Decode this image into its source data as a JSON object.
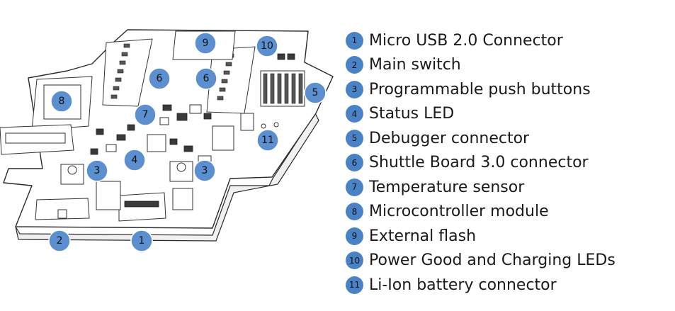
{
  "callouts": [
    {
      "num": "8"
    },
    {
      "num": "9"
    },
    {
      "num": "10"
    },
    {
      "num": "6"
    },
    {
      "num": "6"
    },
    {
      "num": "5"
    },
    {
      "num": "7"
    },
    {
      "num": "11"
    },
    {
      "num": "4"
    },
    {
      "num": "3"
    },
    {
      "num": "3"
    },
    {
      "num": "2"
    },
    {
      "num": "1"
    }
  ],
  "legend": [
    {
      "num": "1",
      "label": "Micro USB 2.0 Connector"
    },
    {
      "num": "2",
      "label": "Main switch"
    },
    {
      "num": "3",
      "label": "Programmable push buttons"
    },
    {
      "num": "4",
      "label": "Status LED"
    },
    {
      "num": "5",
      "label": "Debugger connector"
    },
    {
      "num": "6",
      "label": "Shuttle Board 3.0 connector"
    },
    {
      "num": "7",
      "label": "Temperature sensor"
    },
    {
      "num": "8",
      "label": "Microcontroller module"
    },
    {
      "num": "9",
      "label": "External flash"
    },
    {
      "num": "10",
      "label": "Power Good and Charging LEDs"
    },
    {
      "num": "11",
      "label": "Li-Ion battery connector"
    }
  ],
  "colors": {
    "callout": "#5b8fd0",
    "legend_marker": "#4a82c6"
  }
}
